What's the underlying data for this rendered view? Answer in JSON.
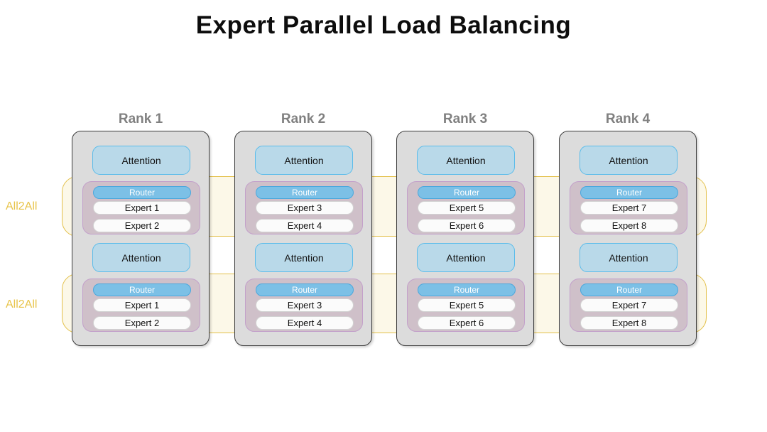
{
  "title": "Expert Parallel Load Balancing",
  "all2all": {
    "label": "All2All",
    "color": "#e8c44a",
    "bands": [
      {
        "name": "all2all-band-top",
        "label": "All2All"
      },
      {
        "name": "all2all-band-bottom",
        "label": "All2All"
      }
    ]
  },
  "colors": {
    "rank_column_fill": "#dcdcdc",
    "rank_column_border": "#3c3c3c",
    "rank_label": "#808080",
    "attention_fill": "#b9d9e9",
    "attention_border": "#5bbcea",
    "router_fill": "#7cc0e6",
    "router_border": "#4aa8dd",
    "router_text": "#ffffff",
    "expert_fill": "#fbfbfb",
    "expert_border": "#d2d2d2",
    "moe_group_border": "#c3a0ca",
    "band_border": "#e3c04a",
    "band_fill": "#f0d678",
    "title_text": "#0d0d0d"
  },
  "labels": {
    "attention": "Attention",
    "router": "Router"
  },
  "ranks": [
    {
      "label": "Rank 1",
      "layers": [
        {
          "attention": "Attention",
          "router": "Router",
          "experts": [
            "Expert 1",
            "Expert 2"
          ]
        },
        {
          "attention": "Attention",
          "router": "Router",
          "experts": [
            "Expert 1",
            "Expert 2"
          ]
        }
      ]
    },
    {
      "label": "Rank 2",
      "layers": [
        {
          "attention": "Attention",
          "router": "Router",
          "experts": [
            "Expert 3",
            "Expert 4"
          ]
        },
        {
          "attention": "Attention",
          "router": "Router",
          "experts": [
            "Expert 3",
            "Expert 4"
          ]
        }
      ]
    },
    {
      "label": "Rank 3",
      "layers": [
        {
          "attention": "Attention",
          "router": "Router",
          "experts": [
            "Expert 5",
            "Expert 6"
          ]
        },
        {
          "attention": "Attention",
          "router": "Router",
          "experts": [
            "Expert 5",
            "Expert 6"
          ]
        }
      ]
    },
    {
      "label": "Rank 4",
      "layers": [
        {
          "attention": "Attention",
          "router": "Router",
          "experts": [
            "Expert 7",
            "Expert 8"
          ]
        },
        {
          "attention": "Attention",
          "router": "Router",
          "experts": [
            "Expert 7",
            "Expert 8"
          ]
        }
      ]
    }
  ]
}
